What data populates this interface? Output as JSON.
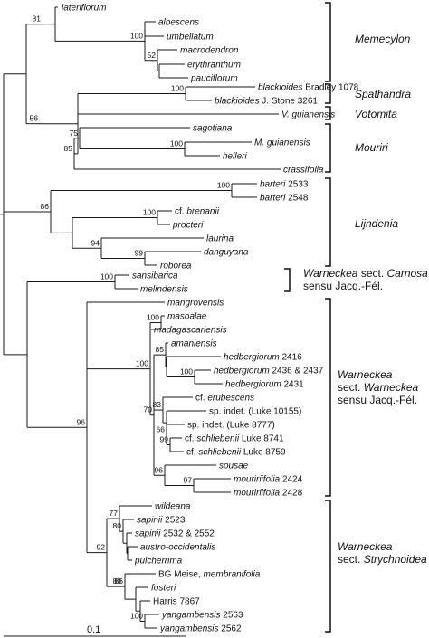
{
  "tree": {
    "scale_label": "0.1",
    "taxa": [
      {
        "id": "t1",
        "parts": [
          {
            "t": "lateriflorum",
            "i": true
          }
        ]
      },
      {
        "id": "t2",
        "parts": [
          {
            "t": "albescens",
            "i": true
          }
        ]
      },
      {
        "id": "t3",
        "parts": [
          {
            "t": "umbellatum",
            "i": true
          }
        ]
      },
      {
        "id": "t4",
        "parts": [
          {
            "t": "macrodendron",
            "i": true
          }
        ]
      },
      {
        "id": "t5",
        "parts": [
          {
            "t": "erythranthum",
            "i": true
          }
        ]
      },
      {
        "id": "t6",
        "parts": [
          {
            "t": "pauciflorum",
            "i": true
          }
        ]
      },
      {
        "id": "t7",
        "parts": [
          {
            "t": "blackioides",
            "i": true
          },
          {
            "t": " Bradley 1078",
            "i": false
          }
        ]
      },
      {
        "id": "t8",
        "parts": [
          {
            "t": "blackioides",
            "i": true
          },
          {
            "t": " J. Stone 3261",
            "i": false
          }
        ]
      },
      {
        "id": "t9",
        "parts": [
          {
            "t": "V. guianensis",
            "i": true
          }
        ]
      },
      {
        "id": "t10",
        "parts": [
          {
            "t": "sagotiana",
            "i": true
          }
        ]
      },
      {
        "id": "t11",
        "parts": [
          {
            "t": "M. guianensis",
            "i": true
          }
        ]
      },
      {
        "id": "t12",
        "parts": [
          {
            "t": "helleri",
            "i": true
          }
        ]
      },
      {
        "id": "t13",
        "parts": [
          {
            "t": "crassifolia",
            "i": true
          }
        ]
      },
      {
        "id": "t14",
        "parts": [
          {
            "t": "barteri",
            "i": true
          },
          {
            "t": " 2533",
            "i": false
          }
        ]
      },
      {
        "id": "t15",
        "parts": [
          {
            "t": "barteri",
            "i": true
          },
          {
            "t": " 2548",
            "i": false
          }
        ]
      },
      {
        "id": "t16",
        "parts": [
          {
            "t": "cf. ",
            "i": false
          },
          {
            "t": "brenanii",
            "i": true
          }
        ]
      },
      {
        "id": "t17",
        "parts": [
          {
            "t": "procteri",
            "i": true
          }
        ]
      },
      {
        "id": "t18",
        "parts": [
          {
            "t": "laurina",
            "i": true
          }
        ]
      },
      {
        "id": "t19",
        "parts": [
          {
            "t": "danguyana",
            "i": true
          }
        ]
      },
      {
        "id": "t20",
        "parts": [
          {
            "t": "roborea",
            "i": true
          }
        ]
      },
      {
        "id": "t21",
        "parts": [
          {
            "t": "sansibarica",
            "i": true
          }
        ]
      },
      {
        "id": "t22",
        "parts": [
          {
            "t": "melindensis",
            "i": true
          }
        ]
      },
      {
        "id": "t23",
        "parts": [
          {
            "t": "mangrovensis",
            "i": true
          }
        ]
      },
      {
        "id": "t24",
        "parts": [
          {
            "t": "masoalae",
            "i": true
          }
        ]
      },
      {
        "id": "t25",
        "parts": [
          {
            "t": "madagascariensis",
            "i": true
          }
        ]
      },
      {
        "id": "t26",
        "parts": [
          {
            "t": "amaniensis",
            "i": true
          }
        ]
      },
      {
        "id": "t27",
        "parts": [
          {
            "t": "hedbergiorum",
            "i": true
          },
          {
            "t": " 2416",
            "i": false
          }
        ]
      },
      {
        "id": "t28",
        "parts": [
          {
            "t": "hedbergiorum",
            "i": true
          },
          {
            "t": " 2436 & 2437",
            "i": false
          }
        ]
      },
      {
        "id": "t29",
        "parts": [
          {
            "t": "hedbergiorum",
            "i": true
          },
          {
            "t": " 2431",
            "i": false
          }
        ]
      },
      {
        "id": "t30",
        "parts": [
          {
            "t": "cf. ",
            "i": false
          },
          {
            "t": "erubescens",
            "i": true
          }
        ]
      },
      {
        "id": "t31",
        "parts": [
          {
            "t": "sp. indet. (Luke 10155)",
            "i": false
          }
        ]
      },
      {
        "id": "t32",
        "parts": [
          {
            "t": "sp. indet. (Luke 8777)",
            "i": false
          }
        ]
      },
      {
        "id": "t33",
        "parts": [
          {
            "t": "cf. ",
            "i": false
          },
          {
            "t": "schliebenii",
            "i": true
          },
          {
            "t": " Luke 8741",
            "i": false
          }
        ]
      },
      {
        "id": "t34",
        "parts": [
          {
            "t": "cf. ",
            "i": false
          },
          {
            "t": "schliebenii",
            "i": true
          },
          {
            "t": " Luke 8759",
            "i": false
          }
        ]
      },
      {
        "id": "t35",
        "parts": [
          {
            "t": "sousae",
            "i": true
          }
        ]
      },
      {
        "id": "t36",
        "parts": [
          {
            "t": "mouririifolia",
            "i": true
          },
          {
            "t": " 2424",
            "i": false
          }
        ]
      },
      {
        "id": "t37",
        "parts": [
          {
            "t": "mouririifolia",
            "i": true
          },
          {
            "t": " 2428",
            "i": false
          }
        ]
      },
      {
        "id": "t38",
        "parts": [
          {
            "t": "wildeana",
            "i": true
          }
        ]
      },
      {
        "id": "t39",
        "parts": [
          {
            "t": "sapinii",
            "i": true
          },
          {
            "t": " 2523",
            "i": false
          }
        ]
      },
      {
        "id": "t40",
        "parts": [
          {
            "t": "sapinii",
            "i": true
          },
          {
            "t": " 2532 & 2552",
            "i": false
          }
        ]
      },
      {
        "id": "t41",
        "parts": [
          {
            "t": "austro-occidentalis",
            "i": true
          }
        ]
      },
      {
        "id": "t42",
        "parts": [
          {
            "t": "pulcherrima",
            "i": true
          }
        ]
      },
      {
        "id": "t43",
        "parts": [
          {
            "t": "BG Meise, ",
            "i": false
          },
          {
            "t": "membranifolia",
            "i": true
          }
        ]
      },
      {
        "id": "t44",
        "parts": [
          {
            "t": "fosteri",
            "i": true
          }
        ]
      },
      {
        "id": "t45",
        "parts": [
          {
            "t": "Harris 7867",
            "i": false
          }
        ]
      },
      {
        "id": "t46",
        "parts": [
          {
            "t": "yangambensis",
            "i": true
          },
          {
            "t": " 2563",
            "i": false
          }
        ]
      },
      {
        "id": "t47",
        "parts": [
          {
            "t": "yangambensis",
            "i": true
          },
          {
            "t": " 2562",
            "i": false
          }
        ]
      }
    ],
    "support_values": [
      "81",
      "100",
      "52",
      "100",
      "56",
      "75",
      "100",
      "85",
      "100",
      "100",
      "94",
      "99",
      "86",
      "100",
      "100",
      "85",
      "100",
      "66",
      "99",
      "83",
      "96",
      "97",
      "70",
      "100",
      "96",
      "77",
      "80",
      "92",
      "80",
      "86",
      "100"
    ],
    "groups": [
      {
        "id": "g1",
        "lines": [
          [
            {
              "t": "Memecylon",
              "i": true
            }
          ]
        ]
      },
      {
        "id": "g2",
        "lines": [
          [
            {
              "t": "Spathandra",
              "i": true
            }
          ]
        ]
      },
      {
        "id": "g3",
        "lines": [
          [
            {
              "t": "Votomita",
              "i": true
            }
          ]
        ]
      },
      {
        "id": "g4",
        "lines": [
          [
            {
              "t": "Mouriri",
              "i": true
            }
          ]
        ]
      },
      {
        "id": "g5",
        "lines": [
          [
            {
              "t": "Lijndenia",
              "i": true
            }
          ]
        ]
      },
      {
        "id": "g6",
        "lines": [
          [
            {
              "t": "Warneckea",
              "i": true
            },
            {
              "t": " sect. ",
              "i": false
            },
            {
              "t": "Carnosa",
              "i": true
            }
          ],
          [
            {
              "t": "sensu Jacq.-Fél.",
              "i": false
            }
          ]
        ]
      },
      {
        "id": "g7",
        "lines": [
          [
            {
              "t": "Warneckea",
              "i": true
            }
          ],
          [
            {
              "t": "sect. ",
              "i": false
            },
            {
              "t": "Warneckea",
              "i": true
            }
          ],
          [
            {
              "t": "sensu Jacq.-Fél.",
              "i": false
            }
          ]
        ]
      },
      {
        "id": "g8",
        "lines": [
          [
            {
              "t": "Warneckea",
              "i": true
            }
          ],
          [
            {
              "t": "sect. ",
              "i": false
            },
            {
              "t": "Strychnoidea",
              "i": true
            }
          ]
        ]
      }
    ]
  }
}
